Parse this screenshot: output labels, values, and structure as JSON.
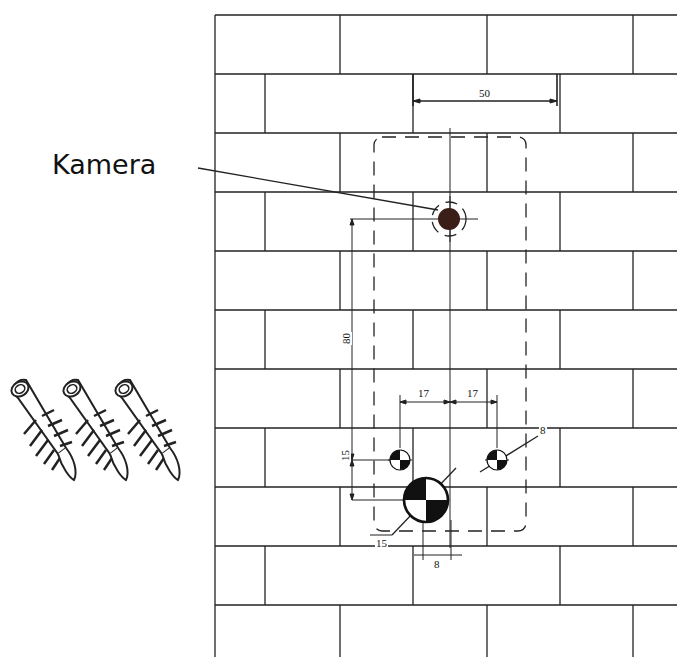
{
  "diagram": {
    "labels": [
      "Kamera",
      "50",
      "80",
      "17",
      "17",
      "8",
      "15",
      "15",
      "8"
    ]
  }
}
